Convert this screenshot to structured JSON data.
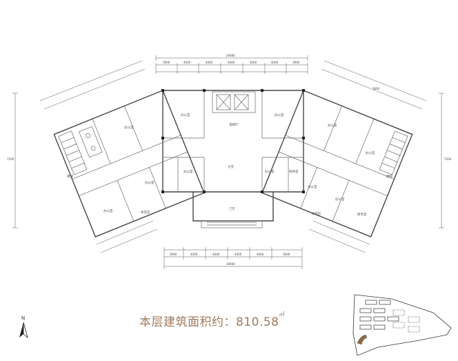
{
  "floor_plan": {
    "rooms": {
      "office": "办公室",
      "elevator_hall": "电梯厅",
      "lobby": "大堂",
      "entrance": "门厅",
      "stair": "楼梯",
      "lounge": "休息区",
      "reception": "接待室",
      "finance": "财务室"
    },
    "dimensions": {
      "top_total": "28000",
      "top_segments": [
        "3900",
        "4000",
        "4000",
        "4000",
        "4000",
        "4000",
        "3900"
      ],
      "bottom_total": "28000",
      "bottom_segments": [
        "3000",
        "4000",
        "4000",
        "4000",
        "4000",
        "3000"
      ],
      "wing": "3600",
      "side": "7200"
    }
  },
  "area_label": {
    "text": "本层建筑面积约：810.58",
    "unit": "㎡"
  },
  "compass": {
    "letter": "N",
    "icon": "north-arrow-icon"
  },
  "colors": {
    "accent": "#a07a5a",
    "wall": "#444444",
    "highlight": "#8b6a4a"
  }
}
